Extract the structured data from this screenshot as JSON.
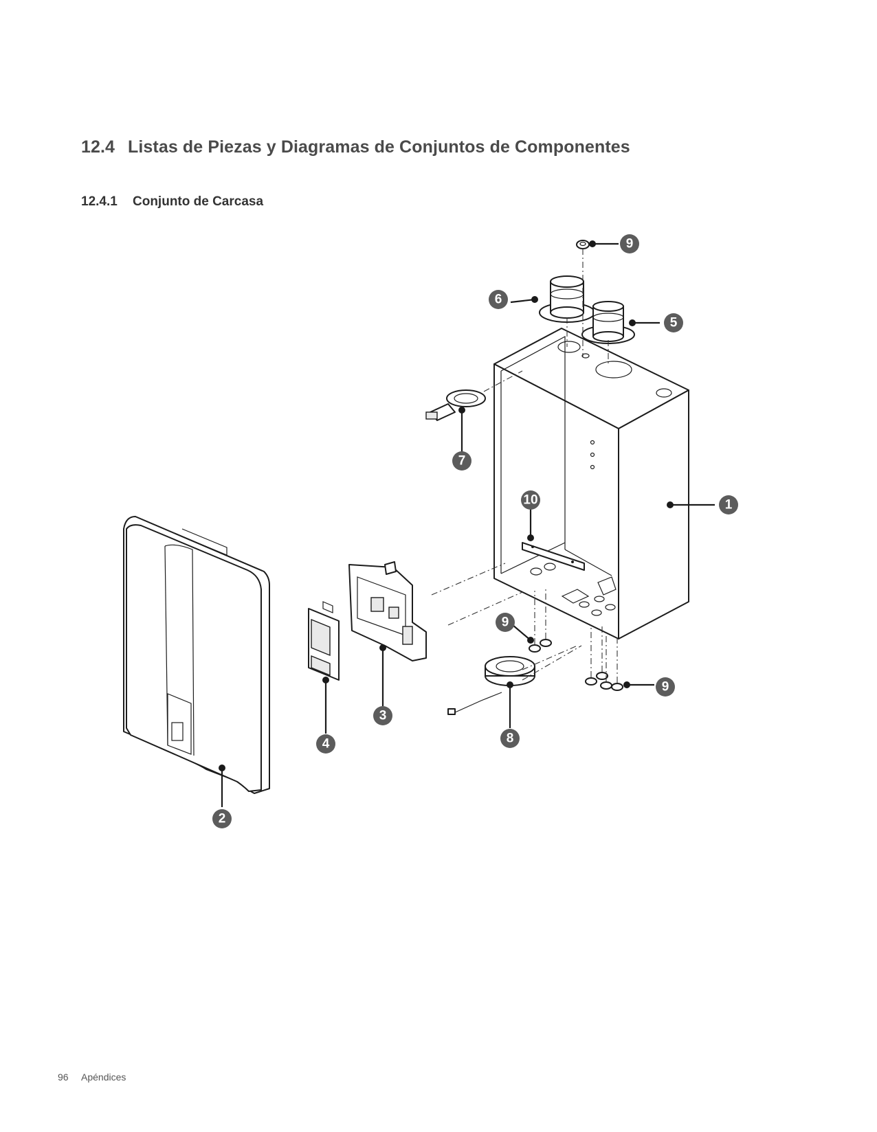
{
  "section": {
    "number": "12.4",
    "title": "Listas de Piezas y Diagramas de Conjuntos de Componentes"
  },
  "subsection": {
    "number": "12.4.1",
    "title": "Conjunto de Carcasa"
  },
  "callouts": [
    "1",
    "2",
    "3",
    "4",
    "5",
    "6",
    "7",
    "8",
    "9",
    "10",
    "9",
    "9"
  ],
  "footer": {
    "page": "96",
    "label": "Apéndices"
  },
  "colors": {
    "badge": "#5c5c5c",
    "line": "#1a1a1a"
  }
}
